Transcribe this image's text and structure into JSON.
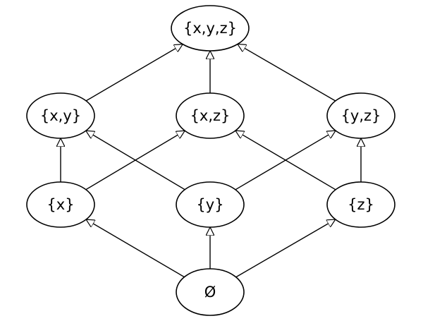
{
  "diagram": {
    "colors": {
      "stroke": "#000000",
      "background": "#ffffff"
    },
    "nodes": [
      {
        "id": "xyz",
        "label": "{x,y,z}"
      },
      {
        "id": "xy",
        "label": "{x,y}"
      },
      {
        "id": "xz",
        "label": "{x,z}"
      },
      {
        "id": "yz",
        "label": "{y,z}"
      },
      {
        "id": "x",
        "label": "{x}"
      },
      {
        "id": "y",
        "label": "{y}"
      },
      {
        "id": "z",
        "label": "{z}"
      },
      {
        "id": "empty",
        "label": "Ø"
      }
    ],
    "edges": [
      {
        "from": "empty",
        "to": "x"
      },
      {
        "from": "empty",
        "to": "y"
      },
      {
        "from": "empty",
        "to": "z"
      },
      {
        "from": "x",
        "to": "xy"
      },
      {
        "from": "x",
        "to": "xz"
      },
      {
        "from": "y",
        "to": "xy"
      },
      {
        "from": "y",
        "to": "yz"
      },
      {
        "from": "z",
        "to": "xz"
      },
      {
        "from": "z",
        "to": "yz"
      },
      {
        "from": "xy",
        "to": "xyz"
      },
      {
        "from": "xz",
        "to": "xyz"
      },
      {
        "from": "yz",
        "to": "xyz"
      }
    ]
  }
}
